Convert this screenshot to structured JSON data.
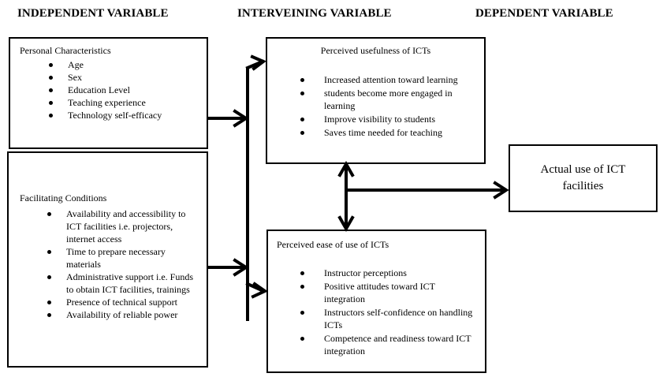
{
  "headers": {
    "independent": "INDEPENDENT VARIABLE",
    "intervening": "INTERVEINING VARIABLE",
    "dependent": "DEPENDENT VARIABLE"
  },
  "personal": {
    "title": "Personal Characteristics",
    "items": [
      "Age",
      "Sex",
      "Education Level",
      "Teaching experience",
      "Technology self-efficacy"
    ]
  },
  "facilitating": {
    "title": "Facilitating Conditions",
    "items": [
      "Availability and accessibility to ICT facilities i.e. projectors, internet access",
      "Time to prepare necessary materials",
      "Administrative support i.e. Funds to obtain ICT facilities, trainings",
      "Presence of technical support",
      "Availability of reliable power"
    ]
  },
  "usefulness": {
    "title": "Perceived usefulness of ICTs",
    "items": [
      "Increased attention toward learning",
      "students become more engaged in learning",
      "Improve visibility to students",
      "Saves time needed for teaching"
    ]
  },
  "ease": {
    "title": "Perceived ease of use of ICTs",
    "items": [
      "Instructor perceptions",
      "Positive attitudes toward ICT integration",
      "Instructors self-confidence on handling ICTs",
      "Competence and readiness toward ICT integration"
    ]
  },
  "actual": {
    "title": "Actual use of ICT facilities"
  }
}
